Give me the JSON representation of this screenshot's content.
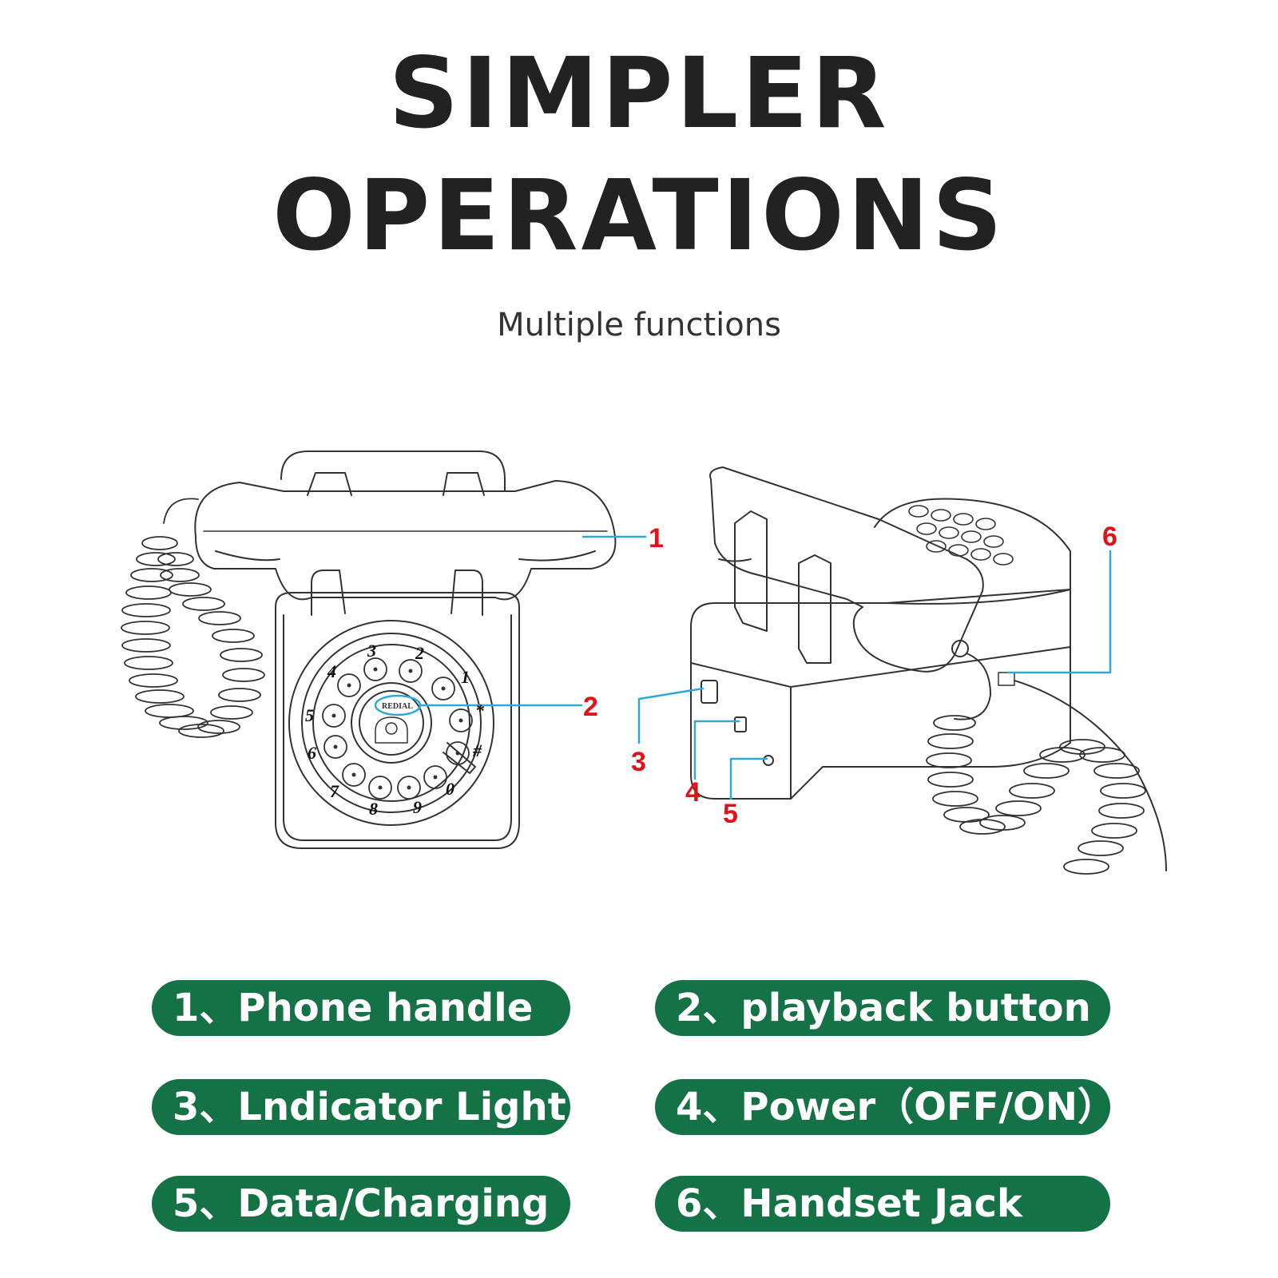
{
  "title_line1": "SIMPLER",
  "title_line2": "OPERATIONS",
  "subtitle": "Multiple functions",
  "colors": {
    "pill": "#157146",
    "callout_number": "#e0121a",
    "callout_line": "#2fa8d8",
    "drawing": "#333333"
  },
  "callouts": [
    "1",
    "2",
    "3",
    "4",
    "5",
    "6"
  ],
  "dial_numbers": [
    "1",
    "2",
    "3",
    "4",
    "5",
    "6",
    "7",
    "8",
    "9",
    "0",
    "*",
    "#"
  ],
  "dial_label": "REDIAL",
  "features": [
    "1、Phone handle",
    "2、playback button",
    "3、Lndicator Light",
    "4、Power（OFF/ON）",
    "5、Data/Charging",
    "6、Handset Jack"
  ]
}
